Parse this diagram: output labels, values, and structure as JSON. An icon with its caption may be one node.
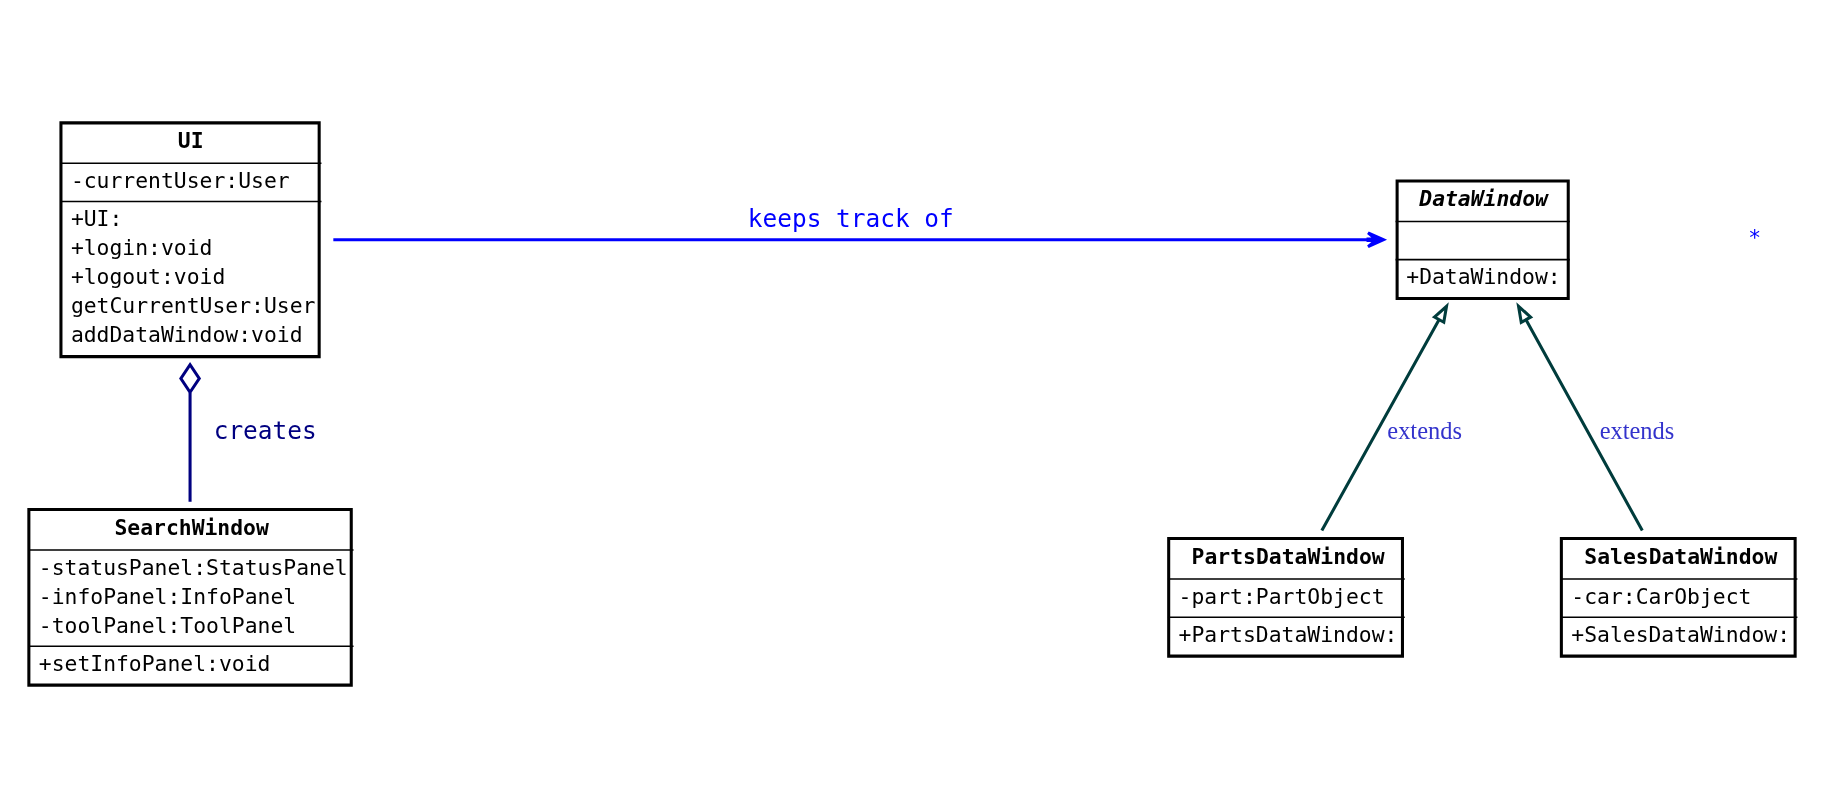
{
  "diagram": {
    "nodes": [
      {
        "text": [
          "UI",
          "-currentUser:User",
          "+UI:",
          "+login:void",
          "+logout:void",
          "getCurrentUser:User",
          "addDataWindow:void"
        ]
      },
      {
        "text": [
          "DataWindow",
          "+DataWindow:"
        ]
      },
      {
        "text": [
          "PartsDataWindow",
          "-part:PartObject",
          "+PartsDataWindow:"
        ]
      },
      {
        "text": [
          "SearchWindow",
          "-statusPanel:StatusPanel",
          "-infoPanel:InfoPanel",
          "-toolPanel:ToolPanel",
          "+setInfoPanel:void"
        ]
      },
      {
        "text": [
          "SalesDataWindow",
          "-car:CarObject",
          "+SalesDataWindow:"
        ]
      }
    ],
    "edges": [
      {
        "from": 0,
        "to": 1,
        "arrow": "to",
        "label": "keeps track of",
        "color": "#0000ff"
      },
      {
        "from": 0,
        "to": 3,
        "arrow": "other",
        "label": "creates",
        "color": "#000080"
      },
      {
        "from": 4,
        "to": 1,
        "arrow": "to",
        "label": "extends"
      },
      {
        "from": 2,
        "to": 1,
        "arrow": "to",
        "label": "extends"
      }
    ],
    "labels": [
      "*"
    ]
  }
}
